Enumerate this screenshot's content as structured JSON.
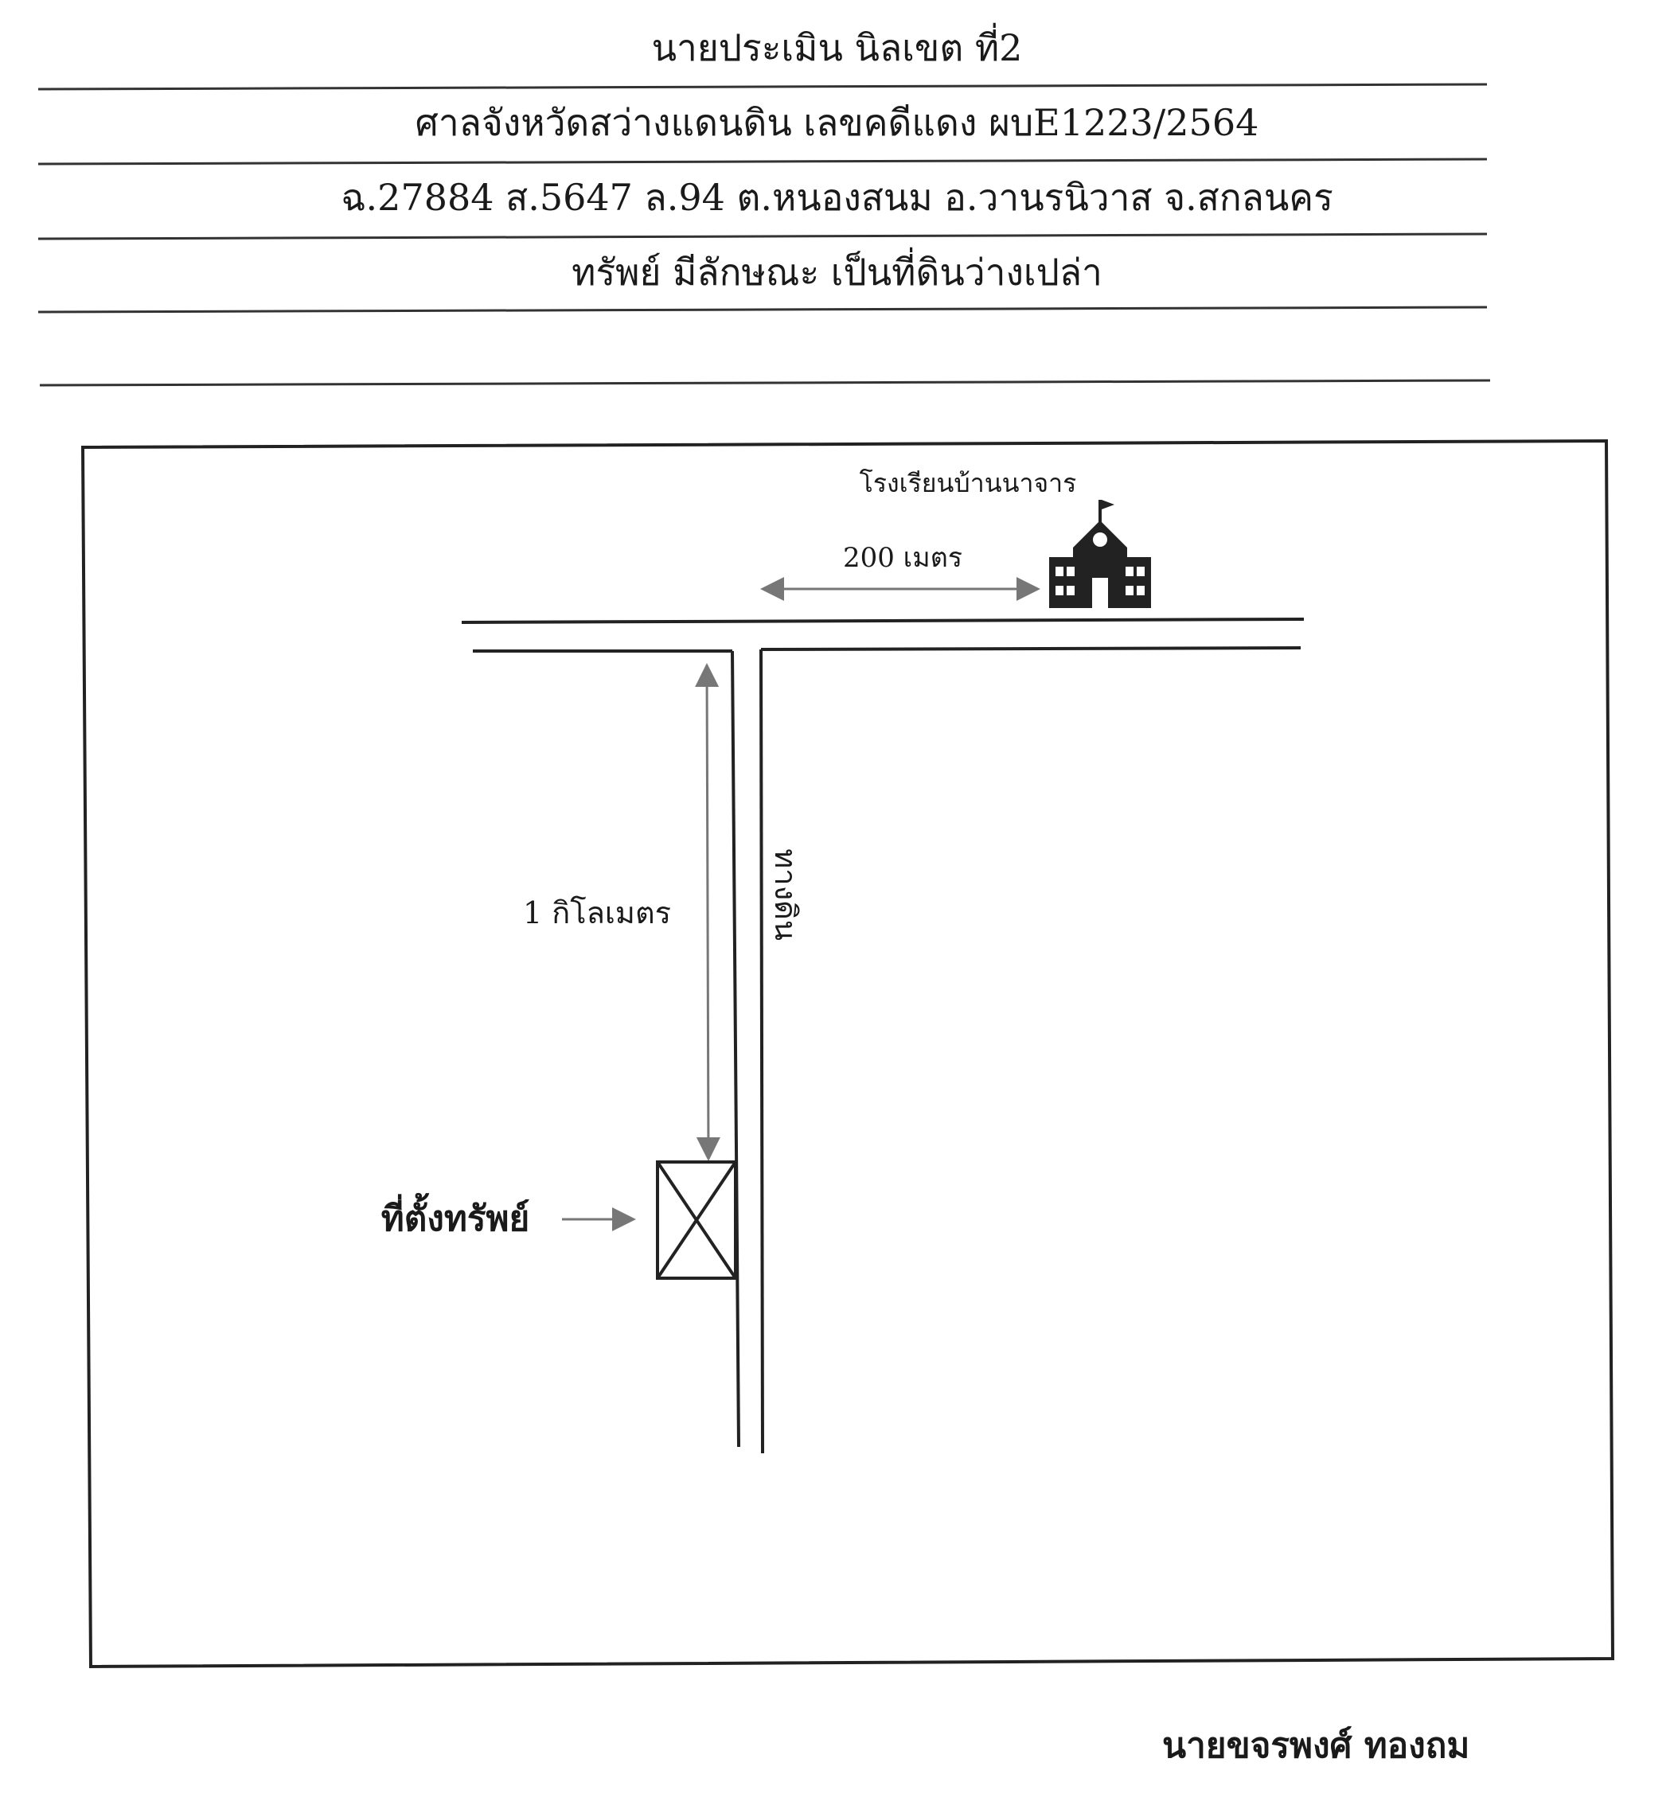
{
  "header": {
    "line1": "นายประเมิน นิลเขต ที่2",
    "line2": "ศาลจังหวัดสว่างแดนดิน เลขคดีแดง ผบE1223/2564",
    "line3": "ฉ.27884 ส.5647 ล.94 ต.หนองสนม อ.วานรนิวาส จ.สกลนคร",
    "line4": "ทรัพย์ มีลักษณะ เป็นที่ดินว่างเปล่า"
  },
  "map": {
    "school_label": "โรงเรียนบ้านนาจาร",
    "school_distance": "200 เมตร",
    "road_distance": "1 กิโลเมตร",
    "road_name": "ทางดิน",
    "property_label": "ที่ตั้งทรัพย์",
    "icons": [
      "school-icon",
      "property-marker-icon"
    ]
  },
  "signature": "นายขจรพงศ์ ทองถม"
}
